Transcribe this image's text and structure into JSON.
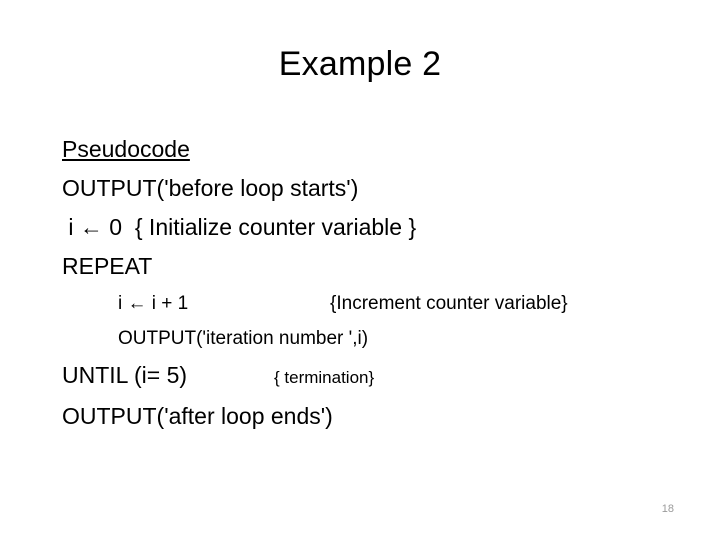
{
  "slide": {
    "title": "Example 2",
    "heading": "Pseudocode",
    "lines": [
      {
        "id": "output-before",
        "text": "OUTPUT('before loop starts')"
      },
      {
        "id": "init-counter",
        "text": " i ← 0  { Initialize counter variable }"
      },
      {
        "id": "repeat",
        "text": "REPEAT"
      }
    ],
    "indented_lines": [
      {
        "id": "increment",
        "code": "i ← i + 1",
        "comment": "{Increment counter variable}"
      },
      {
        "id": "output-iteration",
        "code": "OUTPUT('iteration number ',i)",
        "comment": ""
      }
    ],
    "until_line": {
      "id": "until",
      "code": "UNTIL (i= 5)",
      "comment": "{ termination}"
    },
    "final_line": {
      "id": "output-after",
      "text": "OUTPUT('after loop ends')"
    },
    "page_number": "18"
  }
}
